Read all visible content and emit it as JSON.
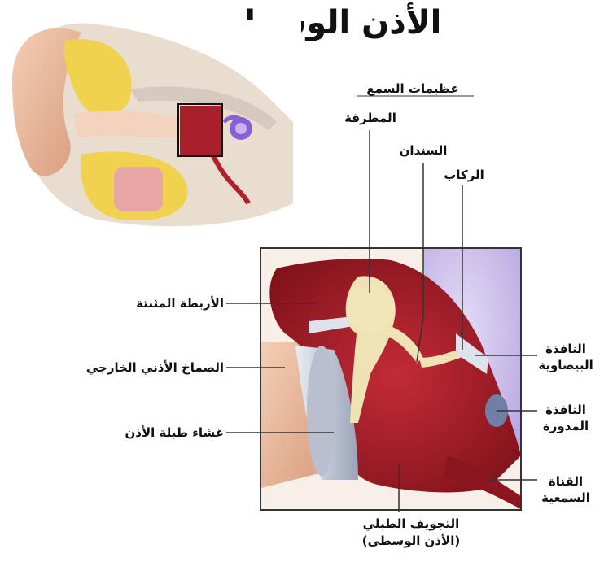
{
  "title": "الأذن الوسطى",
  "labels": {
    "ossicles": "عظيمات السمع",
    "malleus": "المطرقة",
    "incus": "السندان",
    "stapes": "الركاب",
    "ligaments": "الأربطة المثبتة",
    "ear_canal": "الصماخ الأذني الخارجي",
    "eardrum": "غشاء طبلة الأذن",
    "oval_window_1": "النافذة",
    "oval_window_2": "البيضاوية",
    "round_window_1": "النافذة",
    "round_window_2": "المدورة",
    "eustachian_1": "القناة",
    "eustachian_2": "السمعية",
    "tympanic_1": "التجويف الطبلي",
    "tympanic_2": "(الأذن الوسطى)"
  },
  "colors": {
    "bone": "#f2e6b8",
    "skin": "#e8b89a",
    "tissue": "#a8202c",
    "purple": "#b9a6e6",
    "eardrum": "#c9d0de",
    "frame": "#333333"
  }
}
